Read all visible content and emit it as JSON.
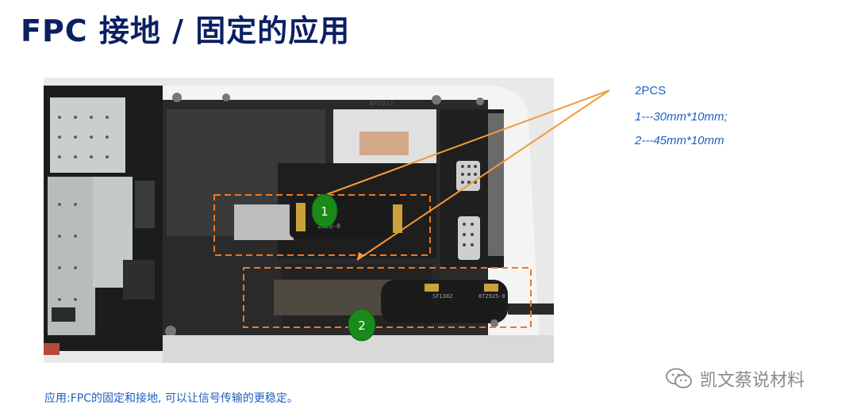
{
  "title": "FPC 接地 / 固定的应用",
  "photo": {
    "board_label": "AP1012",
    "fpc1_print": "2020-0",
    "fpc2_print_a": "SF1382",
    "fpc2_print_b": "8T2925-0"
  },
  "callouts": [
    {
      "number": "1",
      "color": "#1a8a1a"
    },
    {
      "number": "2",
      "color": "#1a8a1a"
    }
  ],
  "specs": {
    "heading": "2PCS",
    "items": [
      "1---30mm*10mm;",
      "2---45mm*10mm"
    ]
  },
  "caption": "应用:FPC的固定和接地, 可以让信号传输的更稳定。",
  "watermark": {
    "icon": "wechat-icon",
    "text": "凯文蔡说材料"
  },
  "colors": {
    "title": "#0b1f63",
    "text": "#1f5fbf",
    "dash": "#f07820",
    "leader": "#f29a3c"
  }
}
